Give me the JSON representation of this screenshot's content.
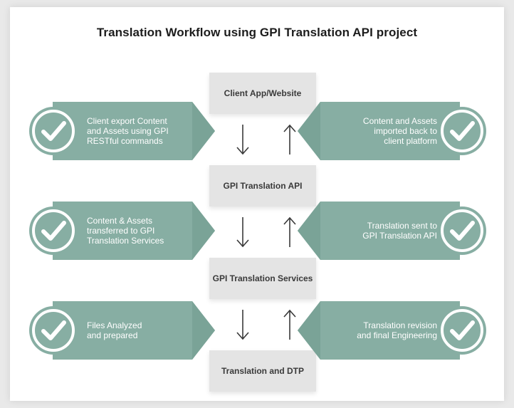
{
  "title": "Translation Workflow using GPI Translation API project",
  "colors": {
    "banner": "#87aea3",
    "banner_edge": "#6f9a8e",
    "node_bg": "#e4e4e4",
    "arrow": "#3a3a3a"
  },
  "nodes": [
    "Client App/Website",
    "GPI Translation API",
    "GPI Translation Services",
    "Translation and DTP"
  ],
  "left_steps": [
    {
      "text": "Client export Content\nand Assets using GPI\nRESTful commands",
      "icon": "check-circle-icon"
    },
    {
      "text": "Content & Assets\ntransferred to GPI\nTranslation Services",
      "icon": "check-circle-icon"
    },
    {
      "text": "Files Analyzed\nand prepared",
      "icon": "check-circle-icon"
    }
  ],
  "right_steps": [
    {
      "text": "Content and Assets\nimported back to\nclient platform",
      "icon": "check-circle-icon"
    },
    {
      "text": "Translation sent to\nGPI Translation API",
      "icon": "check-circle-icon"
    },
    {
      "text": "Translation revision\nand final Engineering",
      "icon": "check-circle-icon"
    }
  ],
  "arrow_icons": [
    "arrow-down-icon",
    "arrow-up-icon"
  ]
}
